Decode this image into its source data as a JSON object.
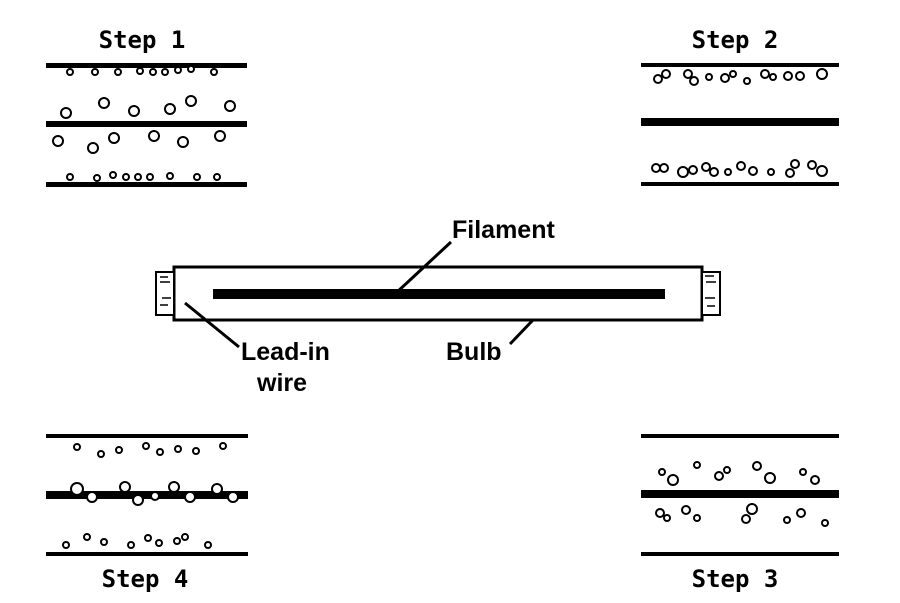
{
  "steps": {
    "step1": "Step 1",
    "step2": "Step 2",
    "step3": "Step 3",
    "step4": "Step 4"
  },
  "labels": {
    "filament": "Filament",
    "lead_in_line1": "Lead-in",
    "lead_in_line2": "wire",
    "bulb": "Bulb"
  }
}
